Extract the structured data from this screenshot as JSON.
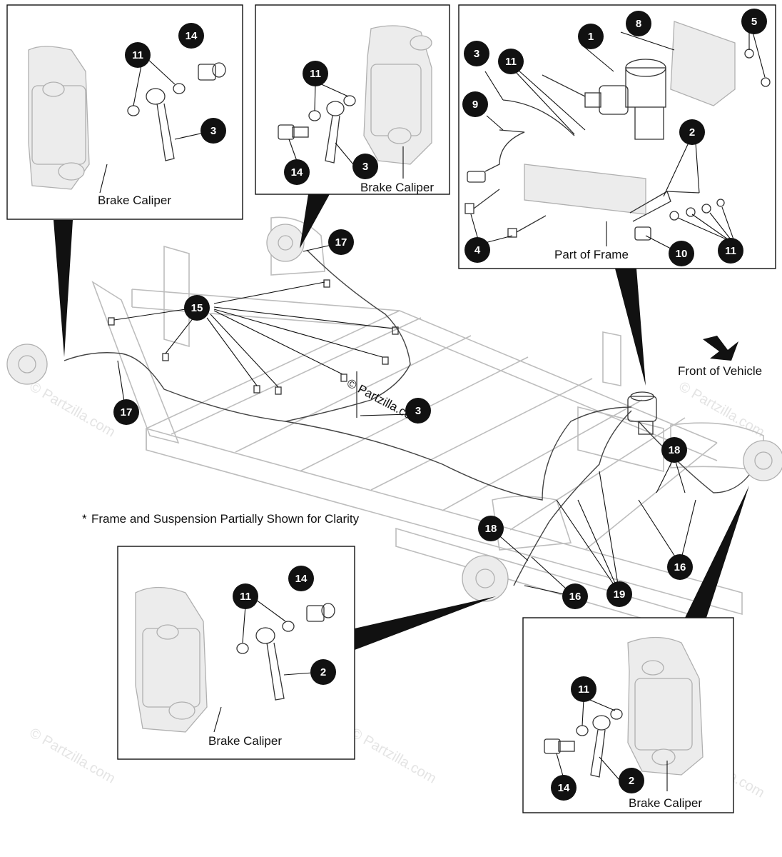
{
  "watermark": "© Partzilla.com",
  "labels": {
    "brake_caliper": "Brake Caliper",
    "part_of_frame": "Part of Frame",
    "front_of_vehicle": "Front of Vehicle",
    "frame_note": "Frame and Suspension Partially Shown for Clarity"
  },
  "callouts": {
    "c1": "1",
    "c2": "2",
    "c3": "3",
    "c4": "4",
    "c5": "5",
    "c8": "8",
    "c9": "9",
    "c10": "10",
    "c11": "11",
    "c14": "14",
    "c15": "15",
    "c16": "16",
    "c17": "17",
    "c18": "18",
    "c19": "19"
  }
}
